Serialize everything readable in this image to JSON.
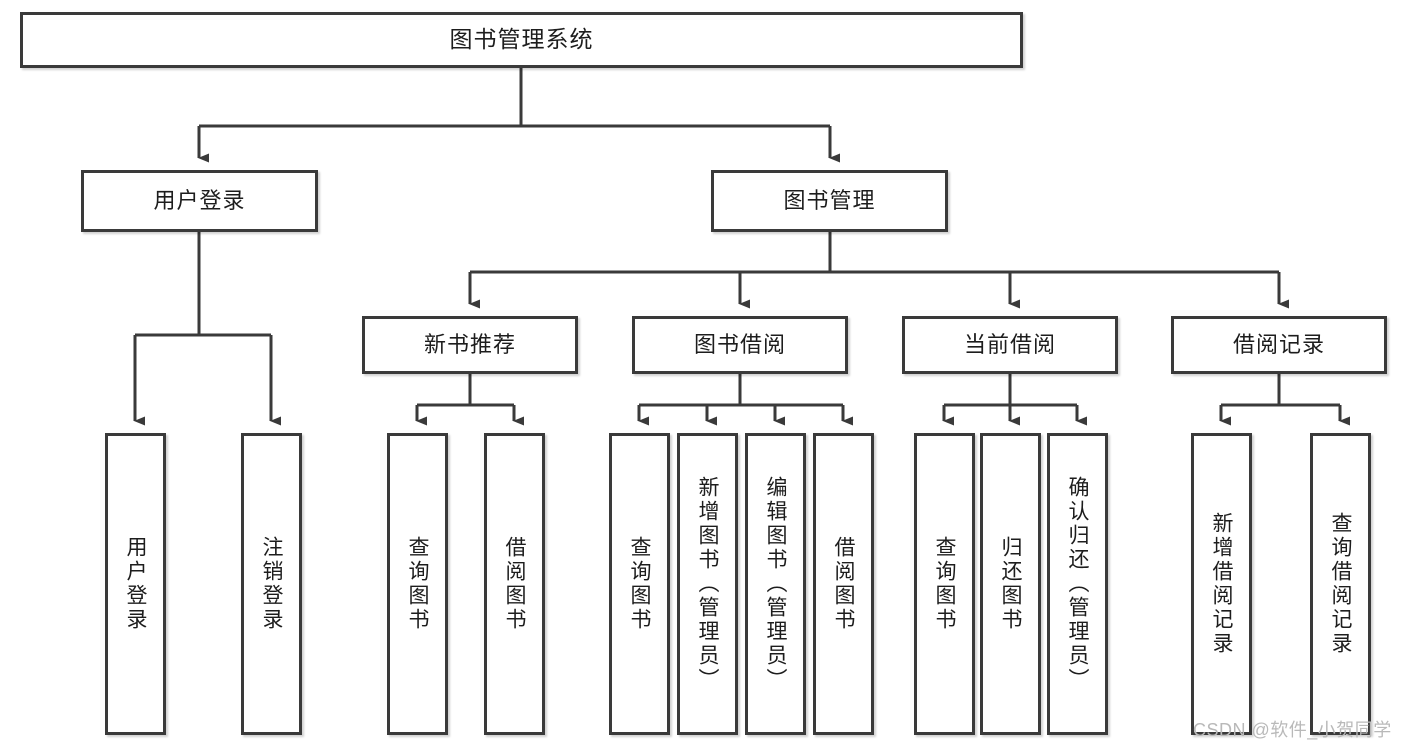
{
  "diagram": {
    "title": "图书管理系统",
    "type": "hierarchy-tree",
    "colors": {
      "box_border": "#3a3a3a",
      "box_fill": "#ffffff",
      "connector": "#3a3a3a",
      "text": "#1d1d1d",
      "watermark": "#b9b9b9"
    },
    "levels": {
      "root": {
        "label": "图书管理系统"
      },
      "level1": [
        {
          "id": "user-login",
          "label": "用户登录"
        },
        {
          "id": "book-management",
          "label": "图书管理"
        }
      ],
      "level2": [
        {
          "id": "new-book-recommend",
          "label": "新书推荐"
        },
        {
          "id": "book-borrow",
          "label": "图书借阅"
        },
        {
          "id": "current-borrow",
          "label": "当前借阅"
        },
        {
          "id": "borrow-record",
          "label": "借阅记录"
        }
      ],
      "leaves": {
        "user_login": [
          {
            "id": "leaf-user-login",
            "label": "用户登录"
          },
          {
            "id": "leaf-logout",
            "label": "注销登录"
          }
        ],
        "new_book_recommend": [
          {
            "id": "leaf-query-book-1",
            "label": "查询图书"
          },
          {
            "id": "leaf-borrow-book-1",
            "label": "借阅图书"
          }
        ],
        "book_borrow": [
          {
            "id": "leaf-query-book-2",
            "label": "查询图书"
          },
          {
            "id": "leaf-add-book",
            "label": "新增图书（管理员）"
          },
          {
            "id": "leaf-edit-book",
            "label": "编辑图书（管理员）"
          },
          {
            "id": "leaf-borrow-book-2",
            "label": "借阅图书"
          }
        ],
        "current_borrow": [
          {
            "id": "leaf-query-book-3",
            "label": "查询图书"
          },
          {
            "id": "leaf-return-book",
            "label": "归还图书"
          },
          {
            "id": "leaf-confirm-return",
            "label": "确认归还（管理员）"
          }
        ],
        "borrow_record": [
          {
            "id": "leaf-add-record",
            "label": "新增借阅记录"
          },
          {
            "id": "leaf-query-record",
            "label": "查询借阅记录"
          }
        ]
      }
    },
    "watermark": "CSDN @软件_小贺同学"
  }
}
